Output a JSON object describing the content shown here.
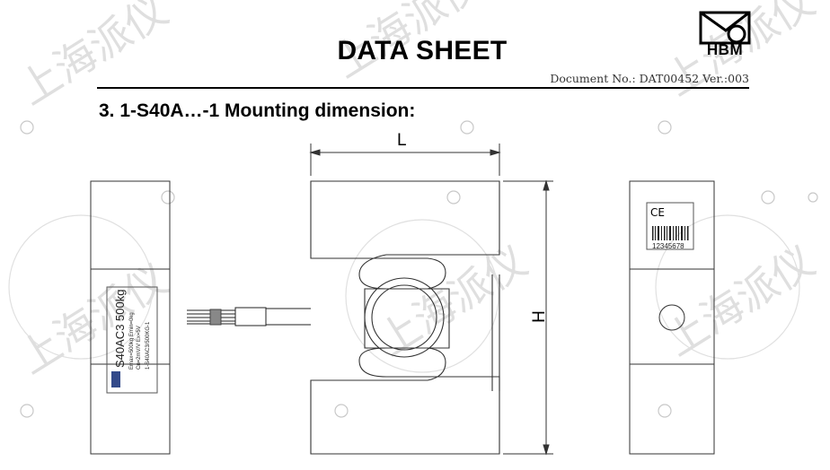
{
  "header": {
    "title": "DATA SHEET",
    "document_no": "Document No.: DAT00452 Ver.:003",
    "logo_text": "HBM"
  },
  "section": {
    "heading": "3.   1-S40A…-1 Mounting dimension:"
  },
  "drawing": {
    "dim_length": "L",
    "dim_height": "H",
    "label_model": "S40AC3 500kg",
    "label_line1": "Emax=500kg  Emin=0kg",
    "label_line2": "Cn=2mV/V  Ex=5V",
    "label_line3": "1-S40AC3/500KG-1",
    "serial": "12345678",
    "ce_mark": "CE"
  },
  "watermark": {
    "text": "上海派仪"
  }
}
